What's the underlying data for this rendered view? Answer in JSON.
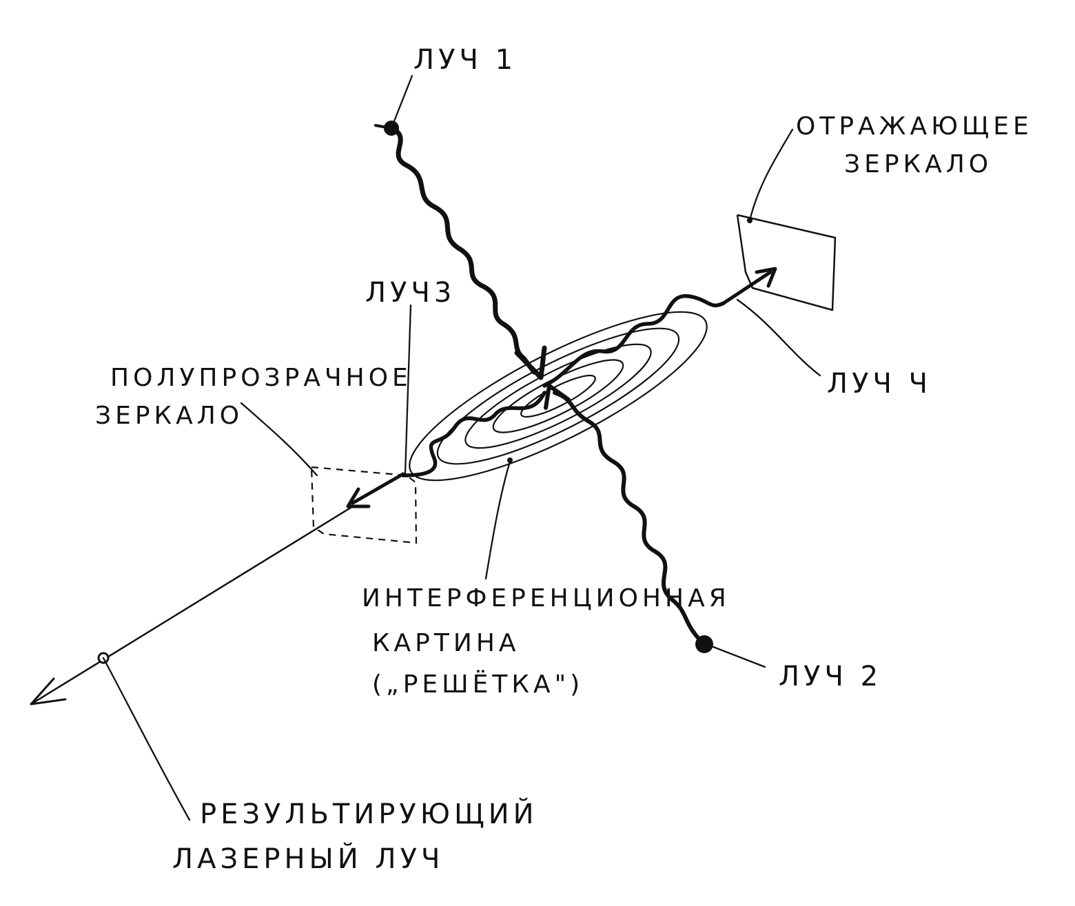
{
  "labels": {
    "beam1": "ЛУЧ 1",
    "beam2": "ЛУЧ 2",
    "beam3": "ЛУЧ3",
    "beam4": "ЛУЧ Ч",
    "reflecting_mirror": [
      "ОТРАЖАЮЩЕЕ",
      "ЗЕРКАЛО"
    ],
    "semi_transparent_mirror": [
      "ПОЛУПРОЗРАЧНОЕ",
      "ЗЕРКАЛО"
    ],
    "interference_pattern": [
      "ИНТЕРФЕРЕНЦИОННАЯ",
      "КАРТИНА",
      "(„РЕШЁТКА\")"
    ],
    "resulting_beam": [
      "РЕЗУЛЬТИРУЮЩИЙ",
      "ЛАЗЕРНЫЙ ЛУЧ"
    ]
  },
  "colors": {
    "ink": "#111111",
    "paper": "#ffffff"
  }
}
